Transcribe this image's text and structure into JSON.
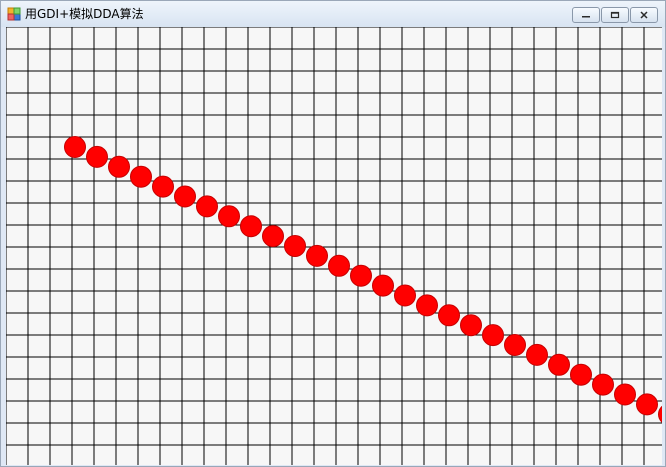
{
  "window": {
    "title": "用GDI+模拟DDA算法",
    "icon": "app-icon"
  },
  "controls": {
    "minimize_icon": "minimize-icon",
    "maximize_icon": "maximize-icon",
    "close_icon": "close-icon"
  },
  "canvas": {
    "background_color": "#f7f7f7",
    "grid_color": "#000000",
    "point_color": "#ff0000",
    "grid": {
      "columns": 30,
      "rows": 20
    },
    "dda_points": [
      [
        3,
        5
      ],
      [
        4,
        5.45
      ],
      [
        5,
        5.9
      ],
      [
        6,
        6.35
      ],
      [
        7,
        6.8
      ],
      [
        8,
        7.25
      ],
      [
        9,
        7.7
      ],
      [
        10,
        8.15
      ],
      [
        11,
        8.6
      ],
      [
        12,
        9.05
      ],
      [
        13,
        9.5
      ],
      [
        14,
        9.95
      ],
      [
        15,
        10.4
      ],
      [
        16,
        10.85
      ],
      [
        17,
        11.3
      ],
      [
        18,
        11.75
      ],
      [
        19,
        12.2
      ],
      [
        20,
        12.65
      ],
      [
        21,
        13.1
      ],
      [
        22,
        13.55
      ],
      [
        23,
        14
      ],
      [
        24,
        14.45
      ],
      [
        25,
        14.9
      ],
      [
        26,
        15.35
      ],
      [
        27,
        15.8
      ],
      [
        28,
        16.25
      ],
      [
        29,
        16.7
      ],
      [
        30,
        17.15
      ]
    ]
  }
}
